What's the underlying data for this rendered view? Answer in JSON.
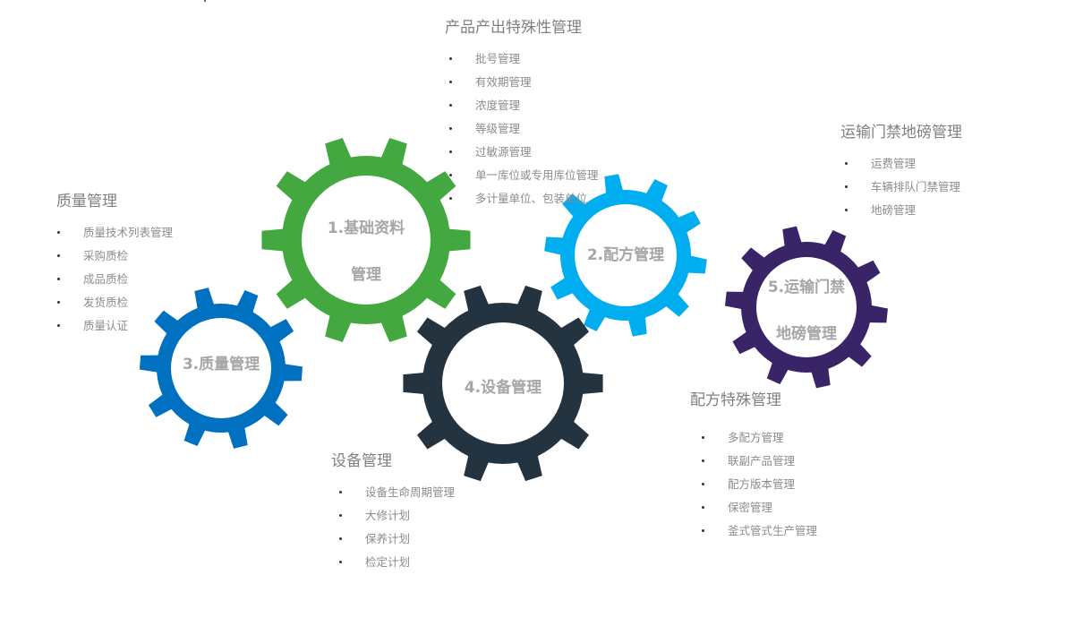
{
  "gears": [
    {
      "id": "1",
      "line1": "1.基础资料",
      "line2": "管理",
      "color": "#43a83f"
    },
    {
      "id": "2",
      "line1": "2.配方管理",
      "line2": "",
      "color": "#00aeef"
    },
    {
      "id": "3",
      "line1": "3.质量管理",
      "line2": "",
      "color": "#0070c0"
    },
    {
      "id": "4",
      "line1": "4.设备管理",
      "line2": "",
      "color": "#243340"
    },
    {
      "id": "5",
      "line1": "5.运输门禁",
      "line2": "地磅管理",
      "color": "#3a2468"
    }
  ],
  "blocks": {
    "product": {
      "title": "产品产出特殊性管理",
      "items": [
        "批号管理",
        "有效期管理",
        "浓度管理",
        "等级管理",
        "过敏源管理",
        "单一库位或专用库位管理",
        "多计量单位、包装单位"
      ]
    },
    "transport": {
      "title": "运输门禁地磅管理",
      "items": [
        "运费管理",
        "车辆排队门禁管理",
        "地磅管理"
      ]
    },
    "quality": {
      "title": "质量管理",
      "items": [
        "质量技术列表管理",
        "采购质检",
        "成品质检",
        "发货质检",
        "质量认证"
      ]
    },
    "equipment": {
      "title": "设备管理",
      "items": [
        "设备生命周期管理",
        "大修计划",
        "保养计划",
        "检定计划"
      ]
    },
    "formula": {
      "title": "配方特殊管理",
      "items": [
        "多配方管理",
        "联副产品管理",
        "配方版本管理",
        "保密管理",
        "釜式管式生产管理"
      ]
    }
  }
}
